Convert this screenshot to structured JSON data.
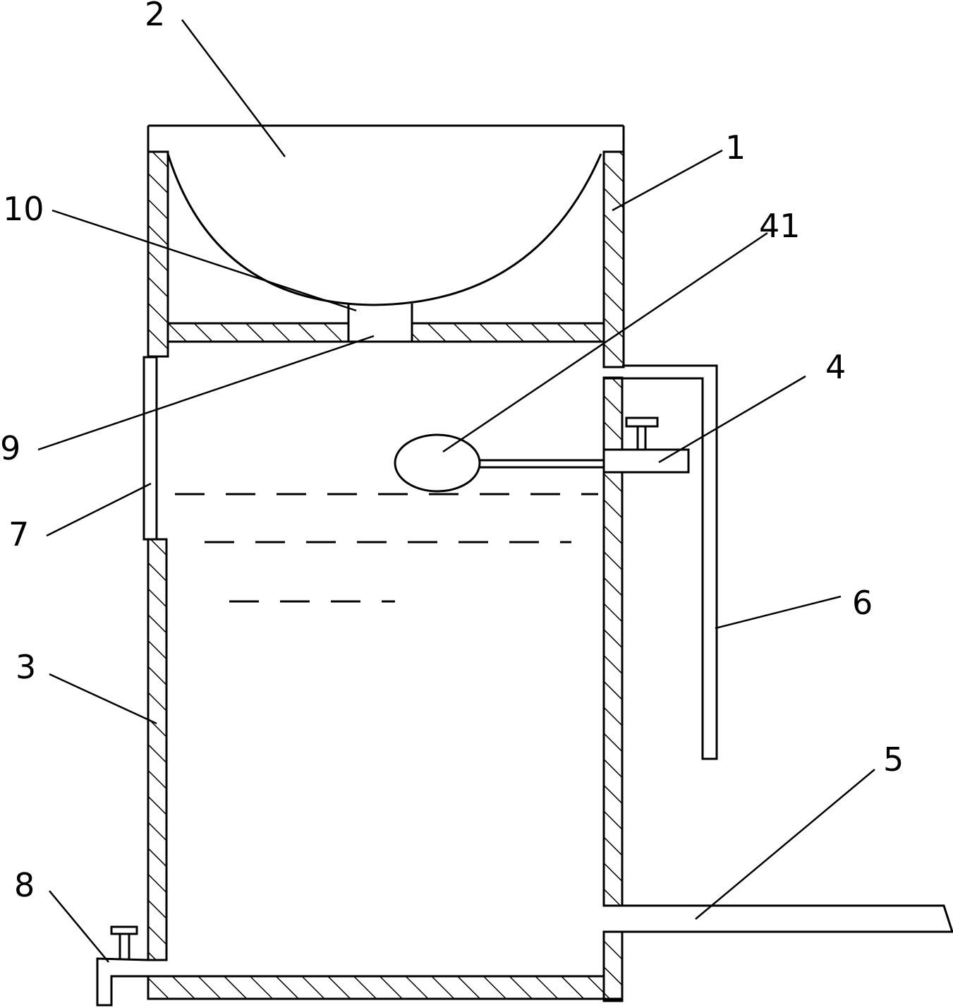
{
  "labels": {
    "l1": "1",
    "l2": "2",
    "l3": "3",
    "l4": "4",
    "l41": "41",
    "l5": "5",
    "l6": "6",
    "l7": "7",
    "l8": "8",
    "l9": "9",
    "l10": "10"
  }
}
